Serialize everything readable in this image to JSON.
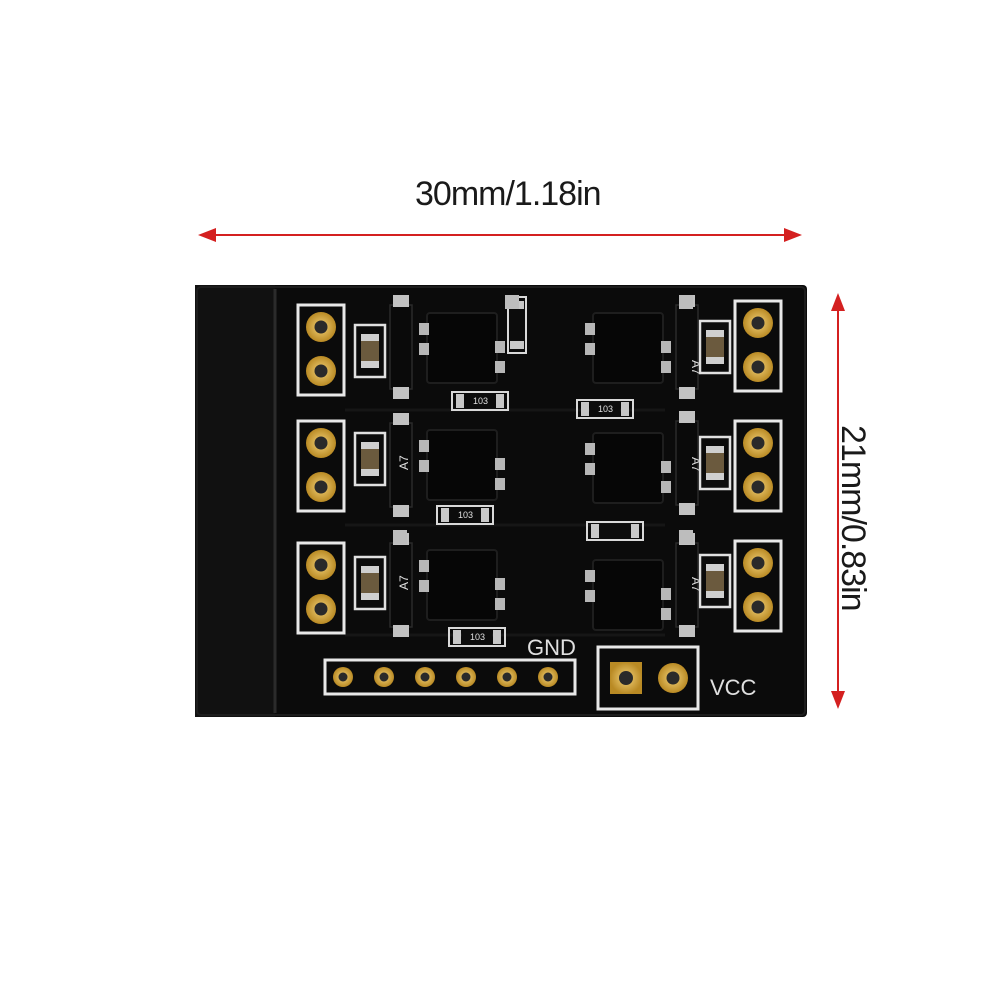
{
  "dimensions": {
    "width_label": "30mm/1.18in",
    "height_label": "21mm/0.83in",
    "arrow_color": "#d42020"
  },
  "board": {
    "color": "#0b0b0b",
    "gnd_label": "GND",
    "vcc_label": "VCC",
    "resistor_code": "103",
    "diode_marking": "A7",
    "pad_color": "#d8a531"
  }
}
